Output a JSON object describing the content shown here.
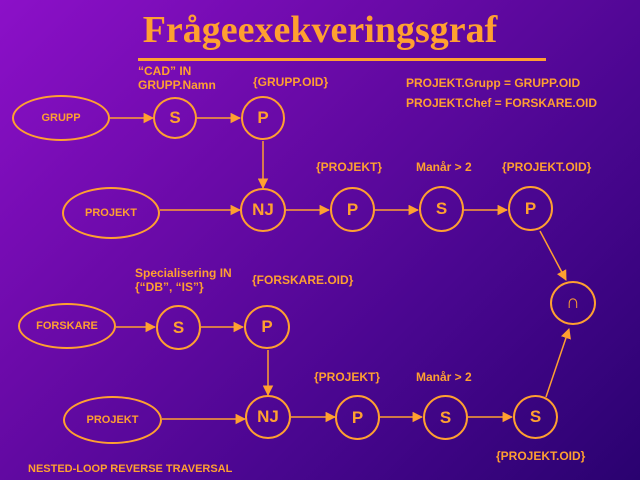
{
  "title": "Frågeexekveringsgraf",
  "footer": "NESTED-LOOP REVERSE TRAVERSAL",
  "colors": {
    "accent": "#ffa030",
    "background_top": "#8c10c8",
    "background_bottom": "#2a0270"
  },
  "labels": {
    "cad_cond": "“CAD” IN\nGRUPP.Namn",
    "grupp_oid": "{GRUPP.OID}",
    "join_cond_1": "PROJEKT.Grupp = GRUPP.OID",
    "join_cond_2": "PROJEKT.Chef = FORSKARE.OID",
    "projekt_1": "{PROJEKT}",
    "manar_1": "Manår > 2",
    "projekt_oid_1": "{PROJEKT.OID}",
    "spec_cond": "Specialisering IN\n{“DB”, “IS”}",
    "forskare_oid": "{FORSKARE.OID}",
    "projekt_2": "{PROJEKT}",
    "manar_2": "Manår > 2",
    "projekt_oid_2": "{PROJEKT.OID}"
  },
  "nodes": {
    "grupp": "GRUPP",
    "s1": "S",
    "p1": "P",
    "projekt_rel_1": "PROJEKT",
    "nj1": "NJ",
    "p2": "P",
    "s2": "S",
    "p3": "P",
    "intersect": "∩",
    "forskare": "FORSKARE",
    "s3": "S",
    "p4": "P",
    "projekt_rel_2": "PROJEKT",
    "nj2": "NJ",
    "p5": "P",
    "s4": "S",
    "s5": "S"
  }
}
